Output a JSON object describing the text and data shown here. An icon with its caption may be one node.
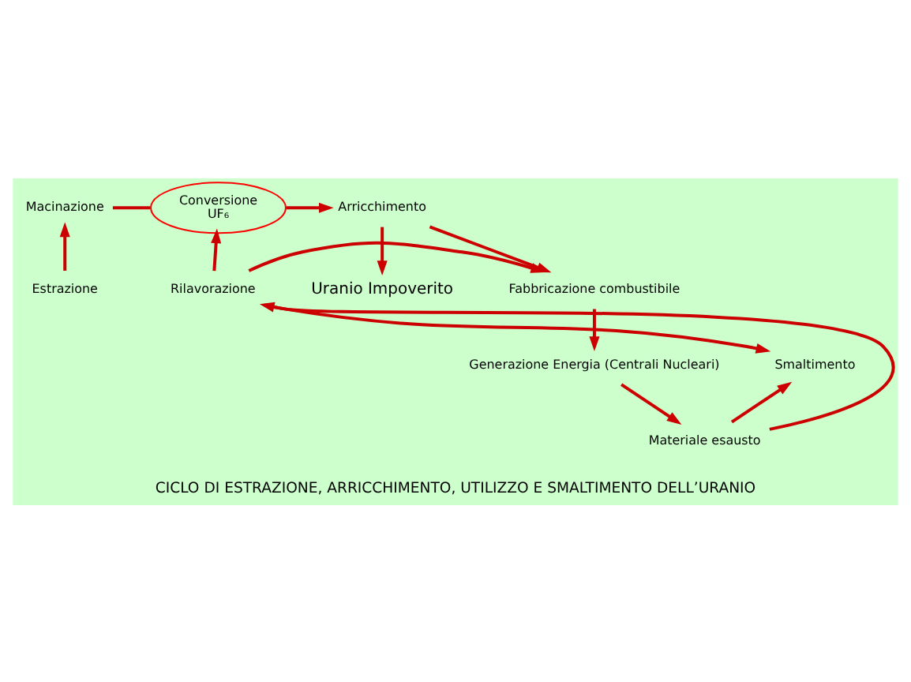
{
  "diagram": {
    "caption": "CICLO DI ESTRAZIONE, ARRICCHIMENTO, UTILIZZO E SMALTIMENTO DELL’URANIO",
    "nodes": [
      {
        "text": [
          "Uranio Impoverito"
        ]
      },
      {
        "text": [
          "Conversione",
          "UF₆"
        ]
      },
      {
        "text": [
          "Macinazione"
        ]
      },
      {
        "text": [
          "Arricchimento"
        ]
      },
      {
        "text": [
          "Estrazione"
        ]
      },
      {
        "text": [
          "Rilavorazione"
        ]
      },
      {
        "text": [
          "Fabbricazione combustibile"
        ]
      },
      {
        "text": [
          "Smaltimento"
        ]
      },
      {
        "text": [
          "Generazione Energia (Centrali Nucleari)"
        ]
      },
      {
        "text": [
          "Materiale esausto"
        ]
      }
    ],
    "edges": [
      {
        "from": 4,
        "to": 2,
        "arrow": "to"
      },
      {
        "from": 2,
        "to": 1,
        "arrow": "none"
      },
      {
        "from": 1,
        "to": 3,
        "arrow": "to"
      },
      {
        "from": 3,
        "to": 0,
        "arrow": "to"
      },
      {
        "from": 3,
        "to": 6,
        "arrow": "to"
      },
      {
        "from": 5,
        "to": 1,
        "arrow": "to"
      },
      {
        "from": 5,
        "to": 6,
        "arrow": "to"
      },
      {
        "from": 5,
        "to": 7,
        "arrow": "to"
      },
      {
        "from": 6,
        "to": 8,
        "arrow": "to"
      },
      {
        "from": 8,
        "to": 9,
        "arrow": "to"
      },
      {
        "from": 9,
        "to": 7,
        "arrow": "to"
      },
      {
        "from": 9,
        "to": 5,
        "arrow": "to"
      }
    ]
  }
}
